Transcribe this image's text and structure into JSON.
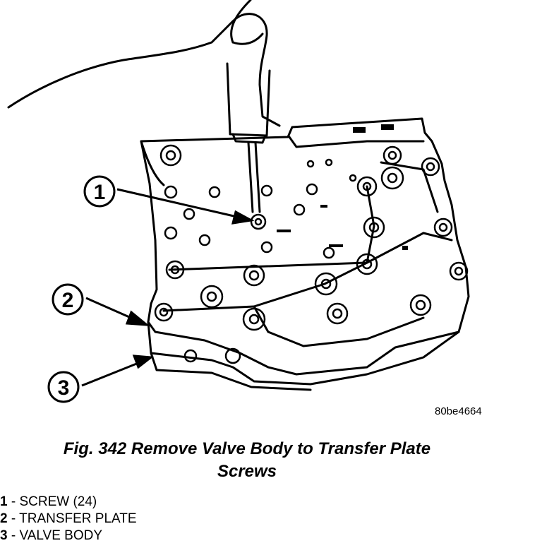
{
  "figure": {
    "callouts": [
      "1",
      "2",
      "3"
    ],
    "reference_code": "80be4664"
  },
  "caption": {
    "line1": "Fig. 342 Remove Valve Body to Transfer Plate",
    "line2": "Screws"
  },
  "legend": [
    {
      "number": "1",
      "text": " - SCREW (24)"
    },
    {
      "number": "2",
      "text": " - TRANSFER PLATE"
    },
    {
      "number": "3",
      "text": " - VALVE BODY"
    }
  ]
}
